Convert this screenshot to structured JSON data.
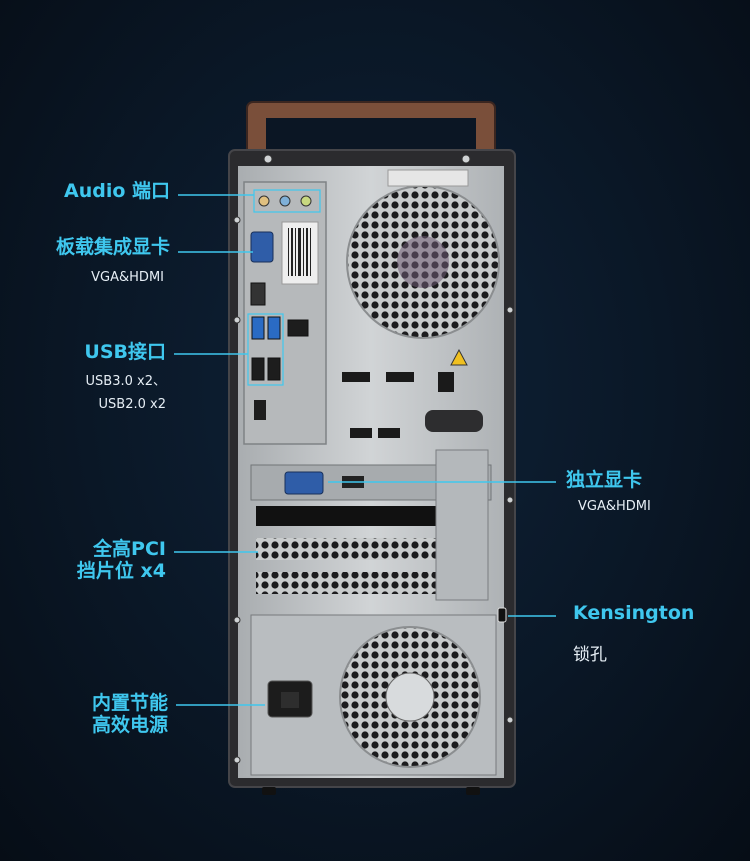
{
  "callouts": {
    "audio": {
      "title": "Audio 端口"
    },
    "onboard_gpu": {
      "title": "板载集成显卡",
      "sub": "VGA&HDMI"
    },
    "usb": {
      "title": "USB接口",
      "sub_lines": [
        "USB3.0 x2、",
        "USB2.0 x2"
      ]
    },
    "pci": {
      "title_lines": [
        "全高PCI",
        "挡片位 x4"
      ]
    },
    "psu": {
      "title_lines": [
        "内置节能",
        "高效电源"
      ]
    },
    "discrete_gpu": {
      "title": "独立显卡",
      "sub": "VGA&HDMI"
    },
    "kensington": {
      "title_lines": [
        "Kensington",
        "锁孔"
      ]
    }
  },
  "colors": {
    "accent": "#3fc7ee",
    "case_dark": "#2b2b2e",
    "panel": "#bfc2c4",
    "handle": "#7a4f3a"
  }
}
